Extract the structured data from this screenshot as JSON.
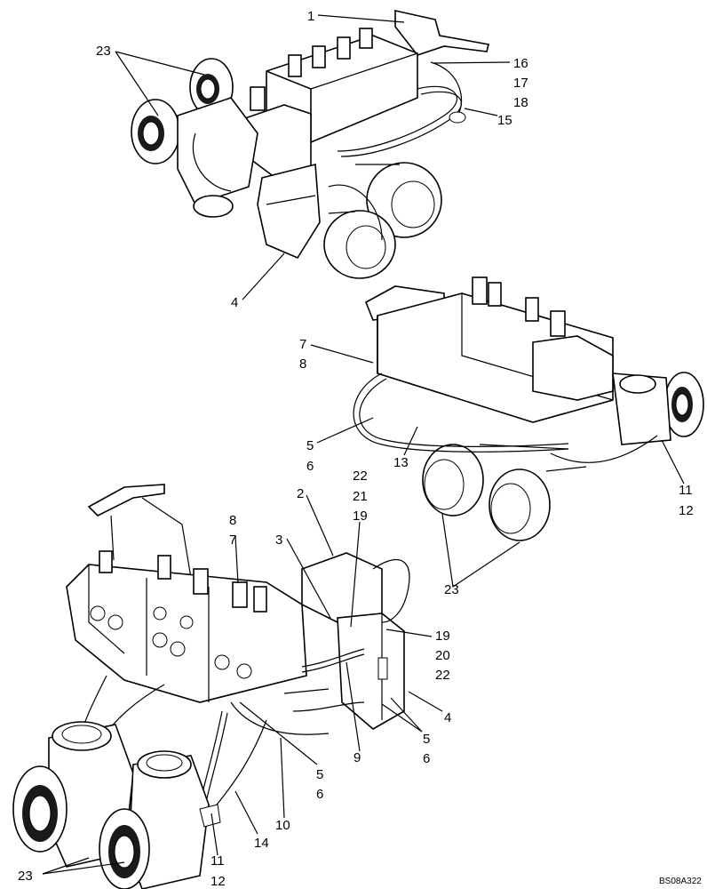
{
  "figure": {
    "reference_code": "BS08A322"
  },
  "callouts": {
    "c1": "1",
    "c2": "2",
    "c3": "3",
    "c4a": "4",
    "c4b": "4",
    "c5a": "5",
    "c5b": "5",
    "c5c": "5",
    "c6a": "6",
    "c6b": "6",
    "c6c": "6",
    "c7a": "7",
    "c7b": "7",
    "c8a": "8",
    "c8b": "8",
    "c9": "9",
    "c10": "10",
    "c11a": "11",
    "c11b": "11",
    "c12a": "12",
    "c12b": "12",
    "c13": "13",
    "c14": "14",
    "c15": "15",
    "c16": "16",
    "c17": "17",
    "c18": "18",
    "c19a": "19",
    "c19b": "19",
    "c20": "20",
    "c21": "21",
    "c22a": "22",
    "c22b": "22",
    "c23a": "23",
    "c23b": "23",
    "c23c": "23"
  }
}
